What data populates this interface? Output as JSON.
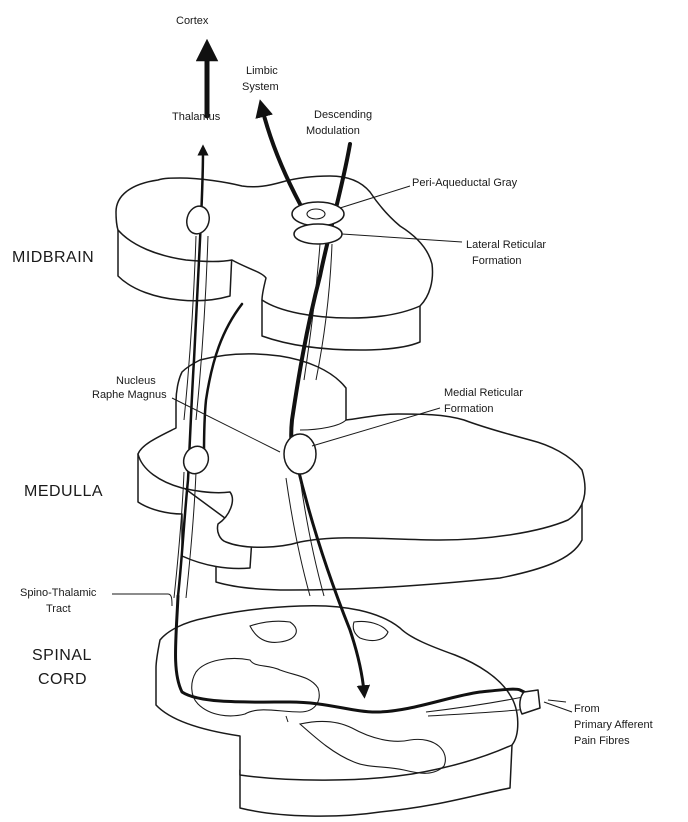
{
  "labels": {
    "cortex": "Cortex",
    "thalamus": "Thalamus",
    "limbic_1": "Limbic",
    "limbic_2": "System",
    "descending_1": "Descending",
    "descending_2": "Modulation",
    "peri_aqueductal": "Peri-Aqueductal Gray",
    "lateral_reticular_1": "Lateral Reticular",
    "lateral_reticular_2": "Formation",
    "midbrain": "MIDBRAIN",
    "nucleus_1": "Nucleus",
    "nucleus_2": "Raphe Magnus",
    "medial_reticular_1": "Medial Reticular",
    "medial_reticular_2": "Formation",
    "medulla": "MEDULLA",
    "spino_thalamic_1": "Spino-Thalamic",
    "spino_thalamic_2": "Tract",
    "spinal_1": "SPINAL",
    "spinal_2": "CORD",
    "from_1": "From",
    "from_2": "Primary Afferent",
    "from_3": "Pain Fibres"
  },
  "colors": {
    "ink": "#1a1a1a",
    "background": "#ffffff"
  }
}
